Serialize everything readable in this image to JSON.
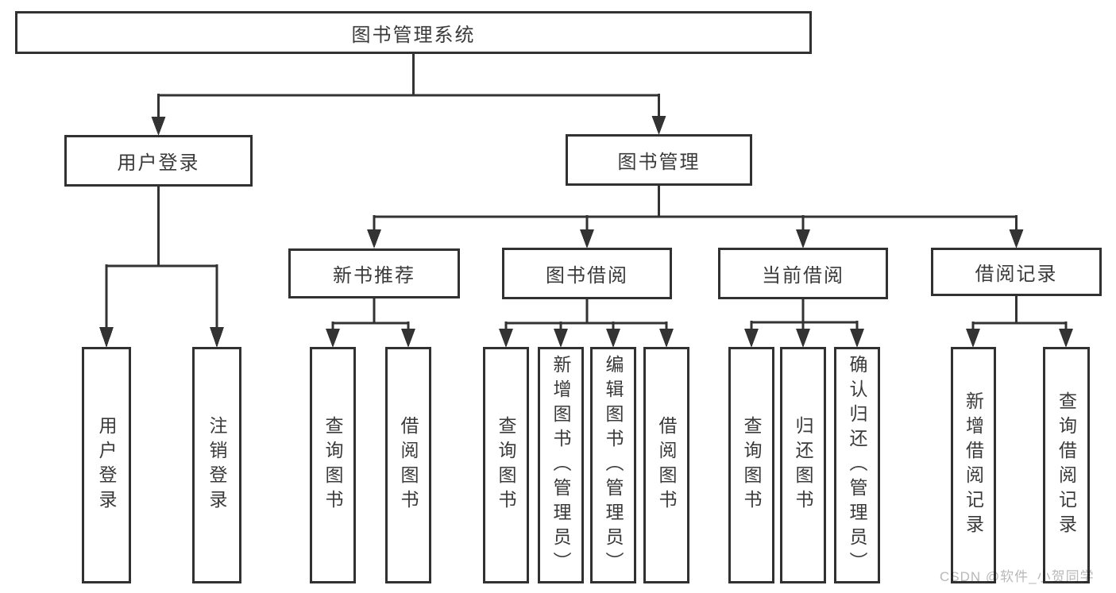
{
  "diagram": {
    "type": "tree",
    "title": "图书管理系统",
    "watermark": "CSDN @软件_小贺同学",
    "colors": {
      "line": "#333333",
      "box_border": "#313131",
      "box_background": "#ffffff",
      "text": "#3a3a3a",
      "watermark": "#b9b9b9"
    },
    "nodes": {
      "root": {
        "label": "图书管理系统"
      },
      "user_login": {
        "label": "用户登录"
      },
      "book_mgmt": {
        "label": "图书管理"
      },
      "new_book_rec": {
        "label": "新书推荐"
      },
      "book_borrow": {
        "label": "图书借阅"
      },
      "current_borrow": {
        "label": "当前借阅"
      },
      "borrow_records": {
        "label": "借阅记录"
      },
      "leaf_user_login": {
        "label": "用户登录"
      },
      "leaf_logout": {
        "label": "注销登录"
      },
      "leaf_nbr_query": {
        "label": "查询图书"
      },
      "leaf_nbr_borrow": {
        "label": "借阅图书"
      },
      "leaf_bb_query": {
        "label": "查询图书"
      },
      "leaf_bb_add": {
        "label": "新增图书（管理员）"
      },
      "leaf_bb_edit": {
        "label": "编辑图书（管理员）"
      },
      "leaf_bb_borrow": {
        "label": "借阅图书"
      },
      "leaf_cb_query": {
        "label": "查询图书"
      },
      "leaf_cb_return": {
        "label": "归还图书"
      },
      "leaf_cb_confirm": {
        "label": "确认归还（管理员）"
      },
      "leaf_br_add": {
        "label": "新增借阅记录"
      },
      "leaf_br_query": {
        "label": "查询借阅记录"
      }
    },
    "hierarchy": {
      "图书管理系统": {
        "用户登录": [
          "用户登录",
          "注销登录"
        ],
        "图书管理": {
          "新书推荐": [
            "查询图书",
            "借阅图书"
          ],
          "图书借阅": [
            "查询图书",
            "新增图书（管理员）",
            "编辑图书（管理员）",
            "借阅图书"
          ],
          "当前借阅": [
            "查询图书",
            "归还图书",
            "确认归还（管理员）"
          ],
          "借阅记录": [
            "新增借阅记录",
            "查询借阅记录"
          ]
        }
      }
    }
  }
}
